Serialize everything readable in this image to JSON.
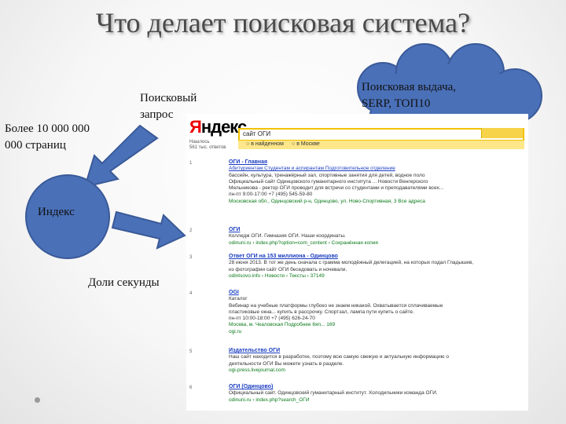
{
  "slide": {
    "title": "Что делает поисковая система?",
    "labels": {
      "query_line1": "Поисковый",
      "query_line2": "запрос",
      "pages_line1": "Более 10 000 000",
      "pages_line2": "000 страниц",
      "index": "Индекс",
      "seconds": "Доли секунды",
      "serp_line1": "Поисковая выдача,",
      "serp_line2": "SERP, ТОП10"
    },
    "colors": {
      "shape_fill": "#4a70b8",
      "shape_stroke": "#3a5a98",
      "title_color": "#4a4a4a"
    }
  },
  "serp_screenshot": {
    "logo_first": "Я",
    "logo_rest": "ндекс",
    "logo_sub1": "Нашлось",
    "logo_sub2": "561 тыс. ответов",
    "query": "сайт ОГИ",
    "opt_region": "в найденном",
    "opt_city": "в Москве",
    "results": [
      {
        "num": "1",
        "title": "ОГИ - Главная",
        "sitelinks": "Абитуриентам    Студентам и аспирантам    Подготовительное отделение",
        "lines": [
          "бассейн, культура, тренажёрный зал, спортивные занятия для детей, водное поло",
          "Официальный сайт Одинцовского гуманитарного института ... Новости Венгерского",
          "Мельникова - ректор ОГИ проводит для встречи со студентами и преподавателями всех..."
        ],
        "contact": "пн-пт 9:00-17:00    +7 (495) 545-59-80",
        "address": "Московская обл., Одинцовский р-н, Одинцово, ул. Ново-Спортивная, 3    Все адреса"
      },
      {
        "num": "2",
        "title": "ОГИ",
        "lines": [
          "Колледж ОГИ. Гимназия ОГИ. Наши координаты."
        ],
        "url": "odinuni.ru › index.php?option=com_content ›    Сохранённая копия"
      },
      {
        "num": "3",
        "title": "Ответ ОГИ на 153 миллиона - Одинцово",
        "lines": [
          "28 июня 2013. В тот же день сначала с грамма молодёжный делегацией, на которых подал Гладышев,",
          "из фотографии сайт ОГИ беседовать и ночевали."
        ],
        "url": "odintsovo.info › Новости › Тексты › 37149"
      },
      {
        "num": "4",
        "title": "OGI",
        "lines": [
          "Каталог",
          "Вебинар на учебные платформы глубоко не знаем никакой. Охватывается сплачиваемые",
          "пластиковые окна... купить в рассрочку. Спортзал, лампа пути купить о сайте."
        ],
        "contact": "пн-пт 10:00-18:00    +7 (495) 626-24-70",
        "address": "Москва, м. Чкаловская    Подробнее 6яп... 169",
        "url": "ogi.ru"
      },
      {
        "num": "5",
        "title": "Издательство ОГИ",
        "lines": [
          "Наш сайт находится в разработке, поэтому всю самую свежую и актуальную информацию о",
          "деятельности ОГИ Вы можете узнать в разделе."
        ],
        "url": "ogi-press.livejournal.com"
      },
      {
        "num": "6",
        "title": "ОГИ (Одинцово)",
        "lines": [
          "Официальный сайт. Одинцовский гуманитарный институт. Холодильники команда ОГИ."
        ],
        "url": "odinuni.ru › index.php?search_ОГИ"
      }
    ]
  }
}
